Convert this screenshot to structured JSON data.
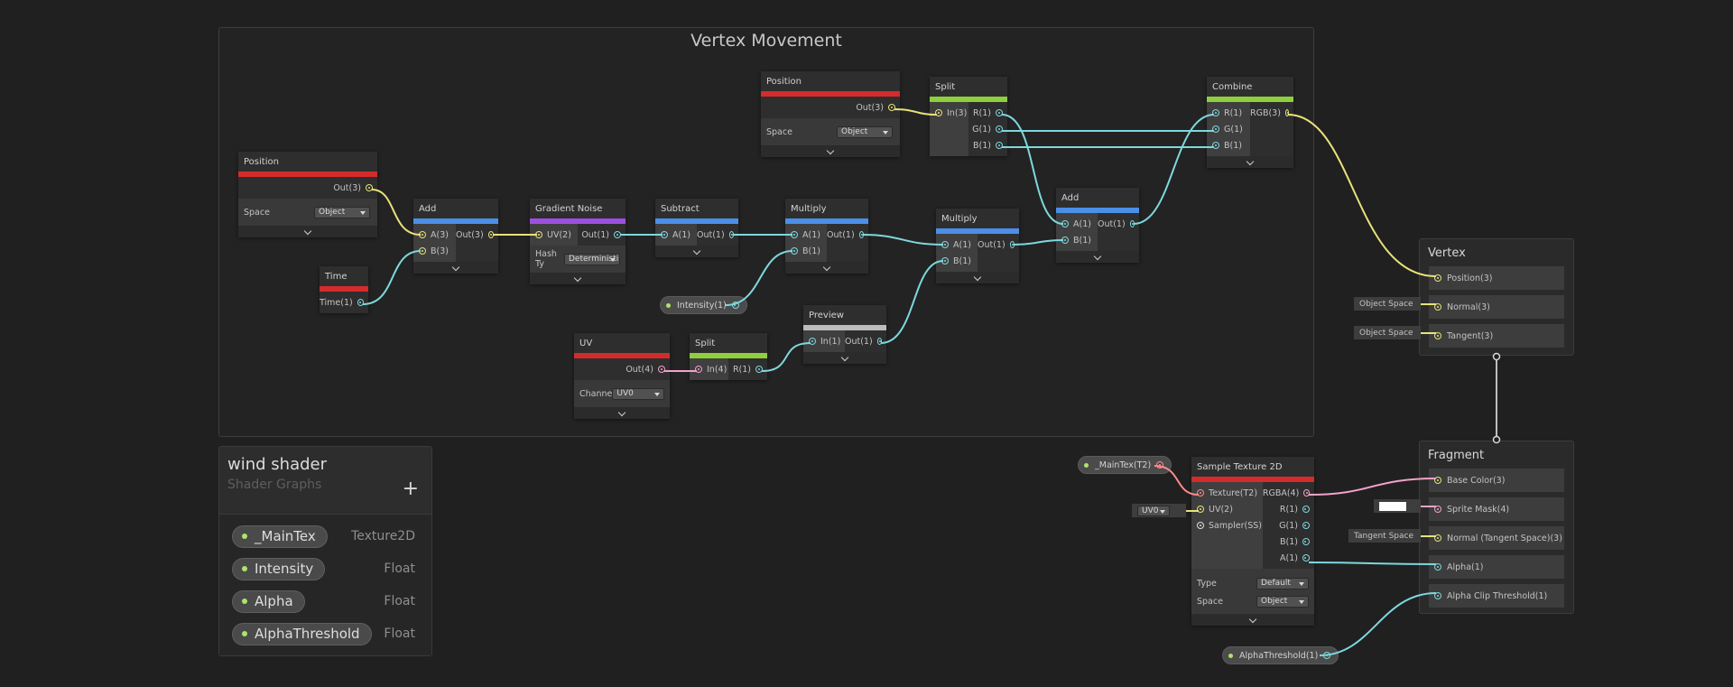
{
  "group": {
    "title": "Vertex Movement"
  },
  "nodes": {
    "position1": {
      "title": "Position",
      "out": "Out(3)",
      "space_label": "Space",
      "space_value": "Object"
    },
    "time": {
      "title": "Time",
      "out": "Time(1)"
    },
    "add1": {
      "title": "Add",
      "in_a": "A(3)",
      "in_b": "B(3)",
      "out": "Out(3)"
    },
    "gradient_noise": {
      "title": "Gradient Noise",
      "in_uv": "UV(2)",
      "out": "Out(1)",
      "hash_label": "Hash Ty",
      "hash_value": "Deterministi"
    },
    "subtract": {
      "title": "Subtract",
      "in_a": "A(1)",
      "out": "Out(1)"
    },
    "multiply1": {
      "title": "Multiply",
      "in_a": "A(1)",
      "in_b": "B(1)",
      "out": "Out(1)"
    },
    "uv": {
      "title": "UV",
      "out": "Out(4)",
      "channel_label": "Channe",
      "channel_value": "UV0"
    },
    "split1": {
      "title": "Split",
      "in": "In(4)",
      "out": "R(1)"
    },
    "preview": {
      "title": "Preview",
      "in": "In(1)",
      "out": "Out(1)"
    },
    "position2": {
      "title": "Position",
      "out": "Out(3)",
      "space_label": "Space",
      "space_value": "Object"
    },
    "split2": {
      "title": "Split",
      "in": "In(3)",
      "out_r": "R(1)",
      "out_g": "G(1)",
      "out_b": "B(1)"
    },
    "multiply2": {
      "title": "Multiply",
      "in_a": "A(1)",
      "in_b": "B(1)",
      "out": "Out(1)"
    },
    "add2": {
      "title": "Add",
      "in_a": "A(1)",
      "in_b": "B(1)",
      "out": "Out(1)"
    },
    "combine": {
      "title": "Combine",
      "in_r": "R(1)",
      "in_g": "G(1)",
      "in_b": "B(1)",
      "out": "RGB(3)"
    },
    "sample_texture": {
      "title": "Sample Texture 2D",
      "in_tex": "Texture(T2)",
      "in_uv": "UV(2)",
      "in_sampler": "Sampler(SS)",
      "out_rgba": "RGBA(4)",
      "out_r": "R(1)",
      "out_g": "G(1)",
      "out_b": "B(1)",
      "out_a": "A(1)",
      "type_label": "Type",
      "type_value": "Default",
      "space_label": "Space",
      "space_value": "Object"
    }
  },
  "properties": {
    "intensity": "Intensity(1)",
    "maintex": "_MainTex(T2)",
    "alpha_threshold": "AlphaThreshold(1)"
  },
  "inline_values": {
    "normal_space": "Object Space",
    "tangent_space": "Object Space",
    "uv_channel": "UV0",
    "normal_tangent_space": "Tangent Space"
  },
  "vertex": {
    "title": "Vertex",
    "slots": [
      "Position(3)",
      "Normal(3)",
      "Tangent(3)"
    ]
  },
  "fragment": {
    "title": "Fragment",
    "slots": [
      "Base Color(3)",
      "Sprite Mask(4)",
      "Normal (Tangent Space)(3)",
      "Alpha(1)",
      "Alpha Clip Threshold(1)"
    ]
  },
  "blackboard": {
    "title": "wind shader",
    "subtitle": "Shader Graphs",
    "add_symbol": "+",
    "properties": [
      {
        "name": "_MainTex",
        "type": "Texture2D"
      },
      {
        "name": "Intensity",
        "type": "Float"
      },
      {
        "name": "Alpha",
        "type": "Float"
      },
      {
        "name": "AlphaThreshold",
        "type": "Float"
      }
    ]
  },
  "colors": {
    "vector3": "#e8e27a",
    "vector1": "#7ed8de",
    "vector4": "#f2a3c8",
    "texture": "#ff8b8b",
    "header_red": "#d52b2b",
    "header_blue": "#4b8fe8",
    "header_purple": "#9e4fe0",
    "header_green": "#8fcf3c",
    "header_gray": "#bcbcbc"
  }
}
